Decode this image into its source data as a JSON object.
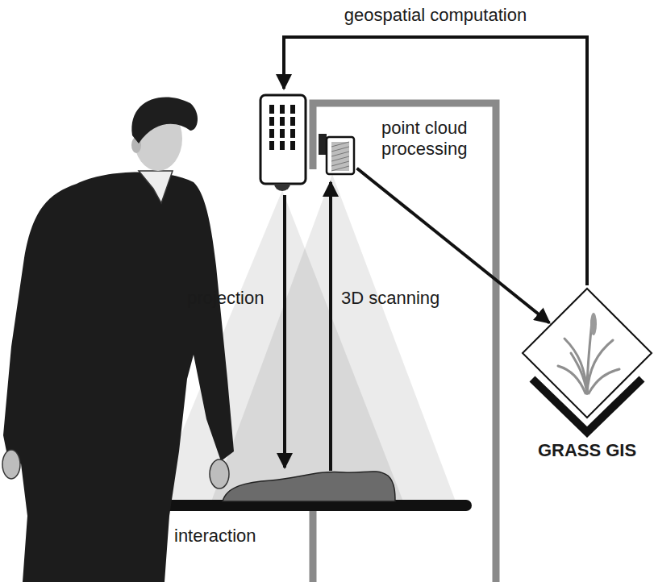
{
  "diagram": {
    "nodes": [
      {
        "text": [
          "point cloud processing"
        ]
      },
      {
        "text": [
          "GRASS GIS"
        ]
      },
      {
        "text": [
          "interaction"
        ]
      }
    ],
    "edges": [
      {
        "from": 0,
        "to": 1,
        "arrow": "to"
      },
      {
        "from": 2,
        "to": 0,
        "arrow": "to",
        "label": "3D scanning"
      }
    ],
    "labels": [
      "geospatial computation",
      "projection"
    ]
  }
}
